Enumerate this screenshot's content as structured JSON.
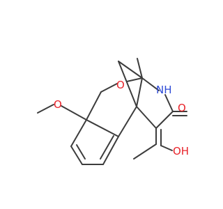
{
  "molecule": {
    "atoms": [
      {
        "id": "ring_O",
        "element": "O",
        "label": "O",
        "color": "#e8232a"
      },
      {
        "id": "methoxy_O",
        "element": "O",
        "label": "O",
        "color": "#e8232a"
      },
      {
        "id": "amide_N",
        "element": "N",
        "label": "NH",
        "color": "#2e4bd6"
      },
      {
        "id": "carbonyl_O",
        "element": "O",
        "label": "O",
        "color": "#e8232a"
      },
      {
        "id": "hydroxy_O",
        "element": "O",
        "label": "OH",
        "color": "#e8232a"
      }
    ],
    "bond_color": "#3c3c3c"
  }
}
